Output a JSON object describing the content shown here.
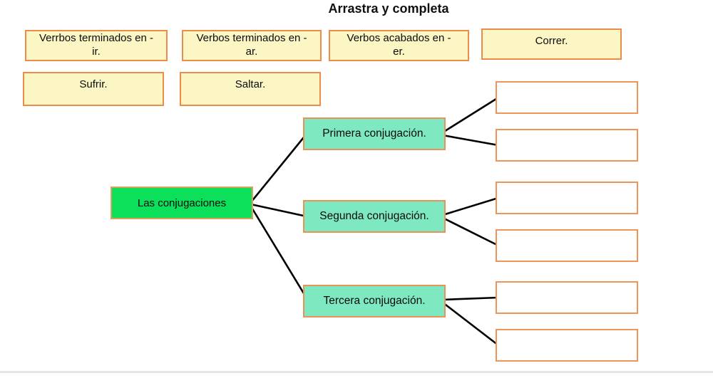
{
  "title": "Arrastra y completa",
  "draggables": [
    {
      "label": "Verrbos terminados en -ir."
    },
    {
      "label": "Verbos terminados en -ar."
    },
    {
      "label": "Verbos acabados en - er."
    },
    {
      "label": "Correr."
    },
    {
      "label": "Sufrir."
    },
    {
      "label": "Saltar."
    }
  ],
  "diagram": {
    "root": {
      "label": "Las conjugaciones"
    },
    "branches": [
      {
        "label": "Primera conjugación."
      },
      {
        "label": "Segunda conjugación."
      },
      {
        "label": "Tercera conjugación."
      }
    ],
    "empty_slot_count": 6
  },
  "colors": {
    "chip_fill": "#fbf6c3",
    "chip_border": "#ec8c4a",
    "root_fill": "#0ce05b",
    "root_border": "#d9a05e",
    "branch_fill": "#7ee9c1",
    "branch_border": "#e8935a",
    "slot_border": "#f0955a",
    "connector": "#000000"
  }
}
